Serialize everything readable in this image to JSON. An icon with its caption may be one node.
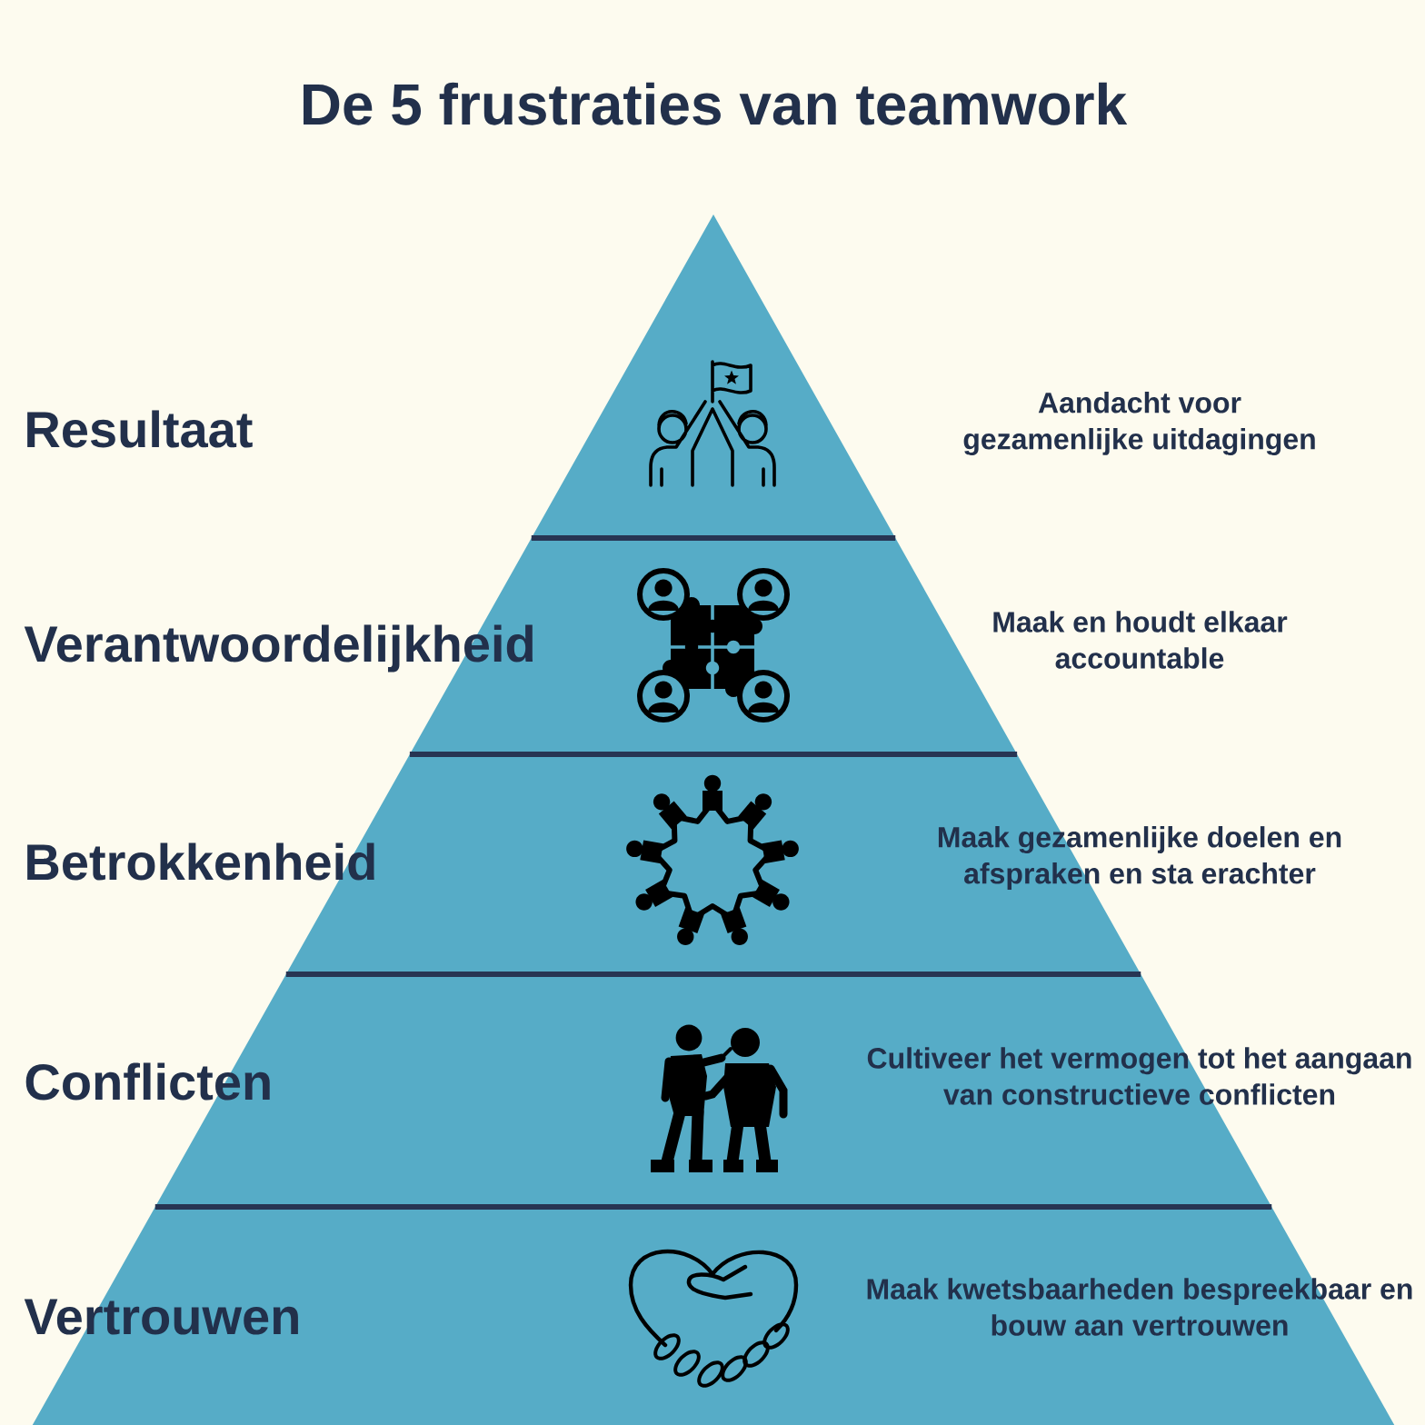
{
  "diagram": {
    "title": "De 5 frustraties van teamwork",
    "nodes": [
      {
        "text": [
          "Aandacht voor gezamenlijke uitdagingen"
        ]
      },
      {
        "text": [
          "Verantwoordelijkheid",
          "Maak en houdt elkaar accountable"
        ]
      },
      {
        "text": [
          "Betrokkenheid",
          "Maak gezamenlijke doelen en afspraken en sta erachter"
        ]
      },
      {
        "text": [
          "Conflicten",
          "Cultiveer het vermogen tot het aangaan van constructieve conflicten"
        ]
      },
      {
        "text": [
          "Vertrouwen",
          "Maak kwetsbaarheden bespreekbaar en bouw aan vertrouwen"
        ]
      }
    ],
    "labels": [
      "Resultaat"
    ]
  }
}
